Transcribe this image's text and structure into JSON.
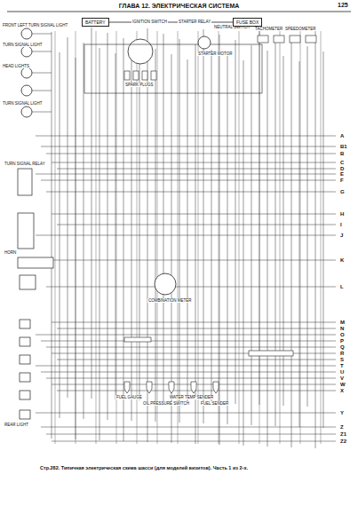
{
  "diagram": {
    "title": "ГЛАВА 12. ЭЛЕКТРИЧЕСКАЯ СИСТЕМА",
    "caption": "Стр.282. Типичная электрическая схема шасси (для моделей визитов). Часть 1 из 2-х.",
    "nodes": [
      {
        "text": [
          "BATTERY"
        ]
      },
      {
        "text": [
          "FUSE BOX"
        ]
      }
    ],
    "edges": [
      {
        "from": 0,
        "to": 1,
        "arrow": "none"
      }
    ],
    "labels": [
      "125",
      "FRONT LEFT TURN SIGNAL LIGHT",
      "TURN SIGNAL LIGHT",
      "HEAD LIGHTS",
      "TURN SIGNAL LIGHT",
      "IGNITION SWITCH",
      "SPARK PLUGS",
      "STARTER RELAY",
      "STARTER MOTOR",
      "NEUTRAL SWITCH",
      "TACHOMETER",
      "SPEEDOMETER",
      "COMBINATION METER",
      "TURN SIGNAL RELAY",
      "HORN",
      "FUEL GAUGE",
      "OIL PRESSURE SWITCH",
      "WATER TEMP SENDER",
      "FUEL SENDER",
      "REAR LIGHT",
      "A",
      "B1",
      "B",
      "C",
      "D",
      "E",
      "F",
      "G",
      "H",
      "I",
      "J",
      "K",
      "L",
      "M",
      "N",
      "O",
      "P",
      "Q",
      "R",
      "S",
      "T",
      "U",
      "V",
      "W",
      "X",
      "Y",
      "Z",
      "Z1",
      "Z2"
    ]
  }
}
